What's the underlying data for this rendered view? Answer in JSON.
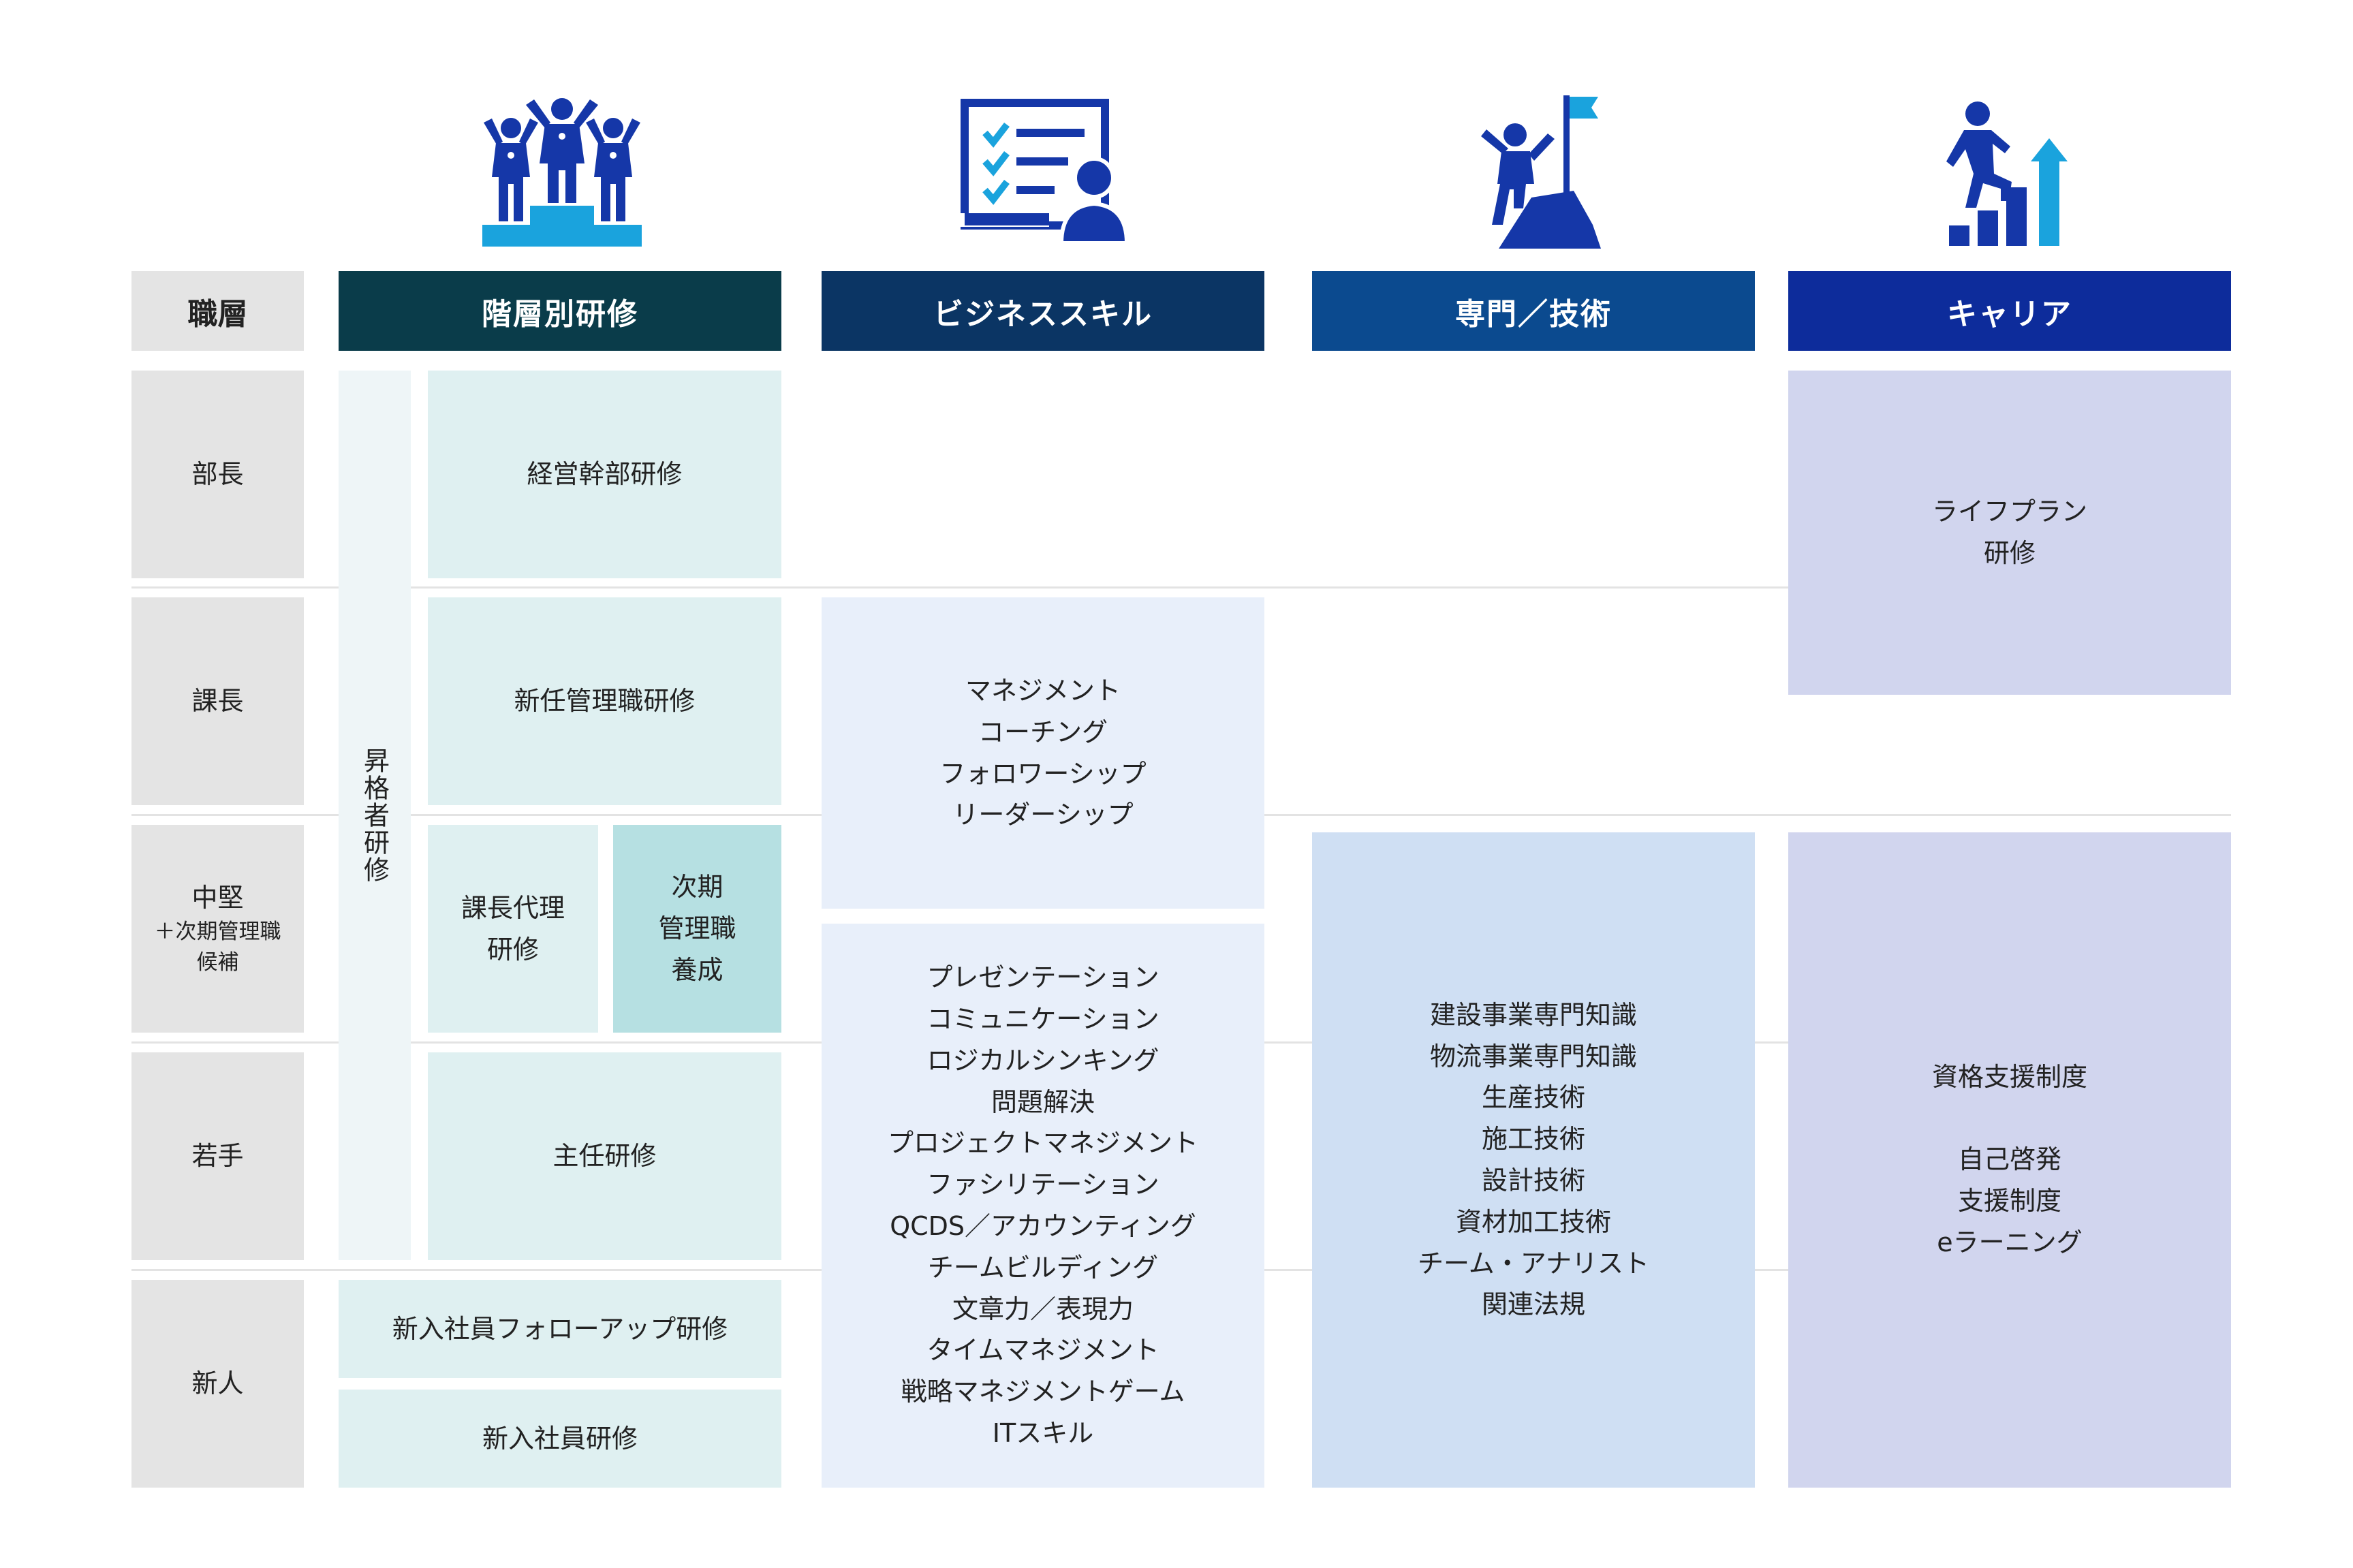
{
  "colors": {
    "header_kaisou": "#0a3c4a",
    "header_business": "#0b3564",
    "header_senmon": "#0b4a8f",
    "header_career": "#0d2c9b",
    "icon_blue": "#1537a8",
    "icon_accent": "#1aa3dd",
    "rank_bg": "#e4e4e4",
    "kaisou_cell": "#dff0f1",
    "kaisou_dark_cell": "#b6e0e2",
    "shoukaku_strip": "#eef5f7",
    "business_cell": "#e8effa",
    "senmon_cell": "#cfdff3",
    "career_cell": "#d1d5ee"
  },
  "icons": {
    "kaisou": "podium-team-icon",
    "business": "checklist-person-icon",
    "senmon": "summit-flag-icon",
    "career": "step-up-growth-icon"
  },
  "headers": {
    "rank": "職層",
    "kaisou": "階層別研修",
    "business": "ビジネススキル",
    "senmon": "専門／技術",
    "career": "キャリア"
  },
  "ranks": {
    "bucho": "部長",
    "kacho": "課長",
    "chuken": "中堅",
    "chuken_sub1": "＋次期管理職",
    "chuken_sub2": "候補",
    "wakate": "若手",
    "shinjin": "新人"
  },
  "kaisou": {
    "shoukaku": "昇格者研修",
    "keiei": "経営幹部研修",
    "shinnin": "新任管理職研修",
    "kacho_dairi_1": "課長代理",
    "kacho_dairi_2": "研修",
    "jiki_1": "次期",
    "jiki_2": "管理職",
    "jiki_3": "養成",
    "shunin": "主任研修",
    "followup": "新入社員フォローアップ研修",
    "shinnyu": "新入社員研修"
  },
  "business": {
    "upper": [
      "マネジメント",
      "コーチング",
      "フォロワーシップ",
      "リーダーシップ"
    ],
    "lower": [
      "プレゼンテーション",
      "コミュニケーション",
      "ロジカルシンキング",
      "問題解決",
      "プロジェクトマネジメント",
      "ファシリテーション",
      "QCDS／アカウンティング",
      "チームビルディング",
      "文章力／表現力",
      "タイムマネジメント",
      "戦略マネジメントゲーム",
      "ITスキル"
    ]
  },
  "senmon": {
    "items": [
      "建設事業専門知識",
      "物流事業専門知識",
      "生産技術",
      "施工技術",
      "設計技術",
      "資材加工技術",
      "チーム・アナリスト",
      "関連法規"
    ]
  },
  "career": {
    "lifeplan_1": "ライフプラン",
    "lifeplan_2": "研修",
    "items": [
      "資格支援制度",
      "",
      "自己啓発",
      "支援制度",
      "eラーニング"
    ]
  }
}
